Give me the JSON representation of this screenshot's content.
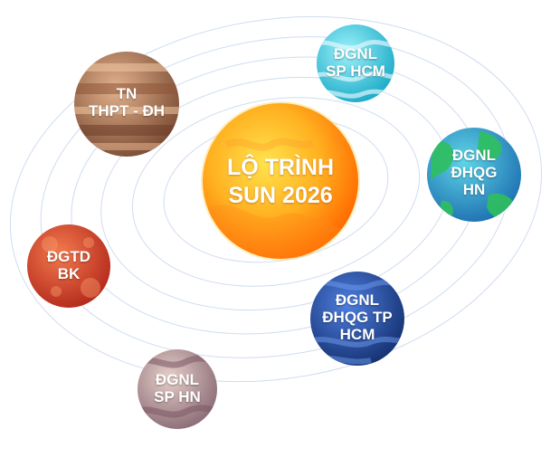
{
  "sun": {
    "line1": "LỘ TRÌNH",
    "line2": "SUN 2026",
    "color_light": "#ffd43b",
    "color_dark": "#ff7a00"
  },
  "orbit_color": "#cfdcf0",
  "planets": {
    "tn_thpt_dh": {
      "line1": "TN",
      "line2": "THPT - ĐH",
      "color": "#b57a55"
    },
    "dgnl_sp_hcm": {
      "line1": "ĐGNL",
      "line2": "SP HCM",
      "color": "#4ad3e3"
    },
    "dgnl_dhqg_hn": {
      "line1": "ĐGNL",
      "line2": "ĐHQG",
      "line3": "HN",
      "color": "#2ba8c9"
    },
    "dgtd_bk": {
      "line1": "ĐGTD",
      "line2": "BK",
      "color": "#dc4a2e"
    },
    "dgnl_dhqg_tp_hcm": {
      "line1": "ĐGNL",
      "line2": "ĐHQG TP",
      "line3": "HCM",
      "color": "#2a50b5"
    },
    "dgnl_sp_hn": {
      "line1": "ĐGNL",
      "line2": "SP HN",
      "color": "#b39295"
    }
  }
}
